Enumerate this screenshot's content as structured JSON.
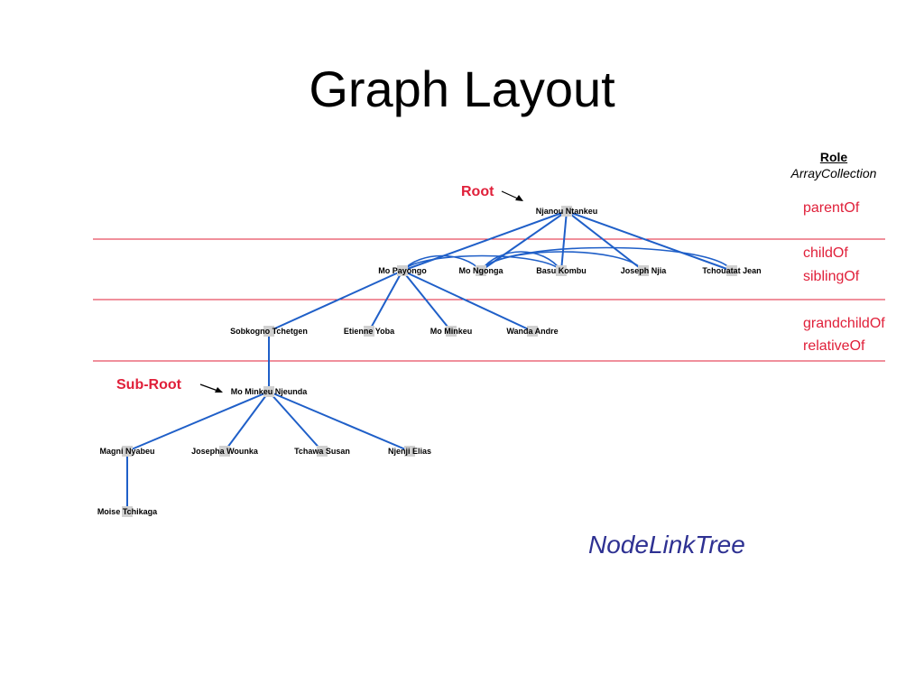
{
  "slide": {
    "title": "Graph Layout",
    "caption": "NodeLinkTree"
  },
  "legend": {
    "heading": "Role",
    "type": "ArrayCollection",
    "roles": [
      "parentOf",
      "childOf",
      "siblingOf",
      "grandchildOf",
      "relativeOf"
    ]
  },
  "markers": {
    "root": "Root",
    "sub_root": "Sub-Root"
  },
  "colors": {
    "edge": "#1f5fc8",
    "band_line": "#e0203a",
    "node_box": "#d0d0d0",
    "accent_text": "#e0203a",
    "caption": "#2e3192"
  },
  "graph": {
    "nodes": [
      {
        "id": "n0",
        "label": "Njanou Ntankeu",
        "level": 0
      },
      {
        "id": "n1",
        "label": "Mo Payongo",
        "level": 1
      },
      {
        "id": "n2",
        "label": "Mo Ngonga",
        "level": 1
      },
      {
        "id": "n3",
        "label": "Basu Kombu",
        "level": 1
      },
      {
        "id": "n4",
        "label": "Joseph Njia",
        "level": 1
      },
      {
        "id": "n5",
        "label": "Tchouatat Jean",
        "level": 1
      },
      {
        "id": "n6",
        "label": "Sobkogno Tchetgen",
        "level": 2
      },
      {
        "id": "n7",
        "label": "Etienne Yoba",
        "level": 2
      },
      {
        "id": "n8",
        "label": "Mo Minkeu",
        "level": 2
      },
      {
        "id": "n9",
        "label": "Wanda Andre",
        "level": 2
      },
      {
        "id": "n10",
        "label": "Mo Minkeu Njeunda",
        "level": 3
      },
      {
        "id": "n11",
        "label": "Magni Nyabeu",
        "level": 4
      },
      {
        "id": "n12",
        "label": "Josepha Wounka",
        "level": 4
      },
      {
        "id": "n13",
        "label": "Tchawa Susan",
        "level": 4
      },
      {
        "id": "n14",
        "label": "Njenji Elias",
        "level": 4
      },
      {
        "id": "n15",
        "label": "Moise Tchikaga",
        "level": 5
      }
    ],
    "edges": [
      [
        "n0",
        "n1"
      ],
      [
        "n0",
        "n2"
      ],
      [
        "n0",
        "n3"
      ],
      [
        "n0",
        "n4"
      ],
      [
        "n0",
        "n5"
      ],
      [
        "n1",
        "n6"
      ],
      [
        "n1",
        "n7"
      ],
      [
        "n1",
        "n8"
      ],
      [
        "n1",
        "n9"
      ],
      [
        "n6",
        "n10"
      ],
      [
        "n10",
        "n11"
      ],
      [
        "n10",
        "n12"
      ],
      [
        "n10",
        "n13"
      ],
      [
        "n10",
        "n14"
      ],
      [
        "n11",
        "n15"
      ]
    ],
    "curved_edges": [
      [
        "n1",
        "n3"
      ],
      [
        "n2",
        "n4"
      ],
      [
        "n2",
        "n5"
      ],
      [
        "n1",
        "n2"
      ],
      [
        "n2",
        "n3"
      ]
    ]
  }
}
